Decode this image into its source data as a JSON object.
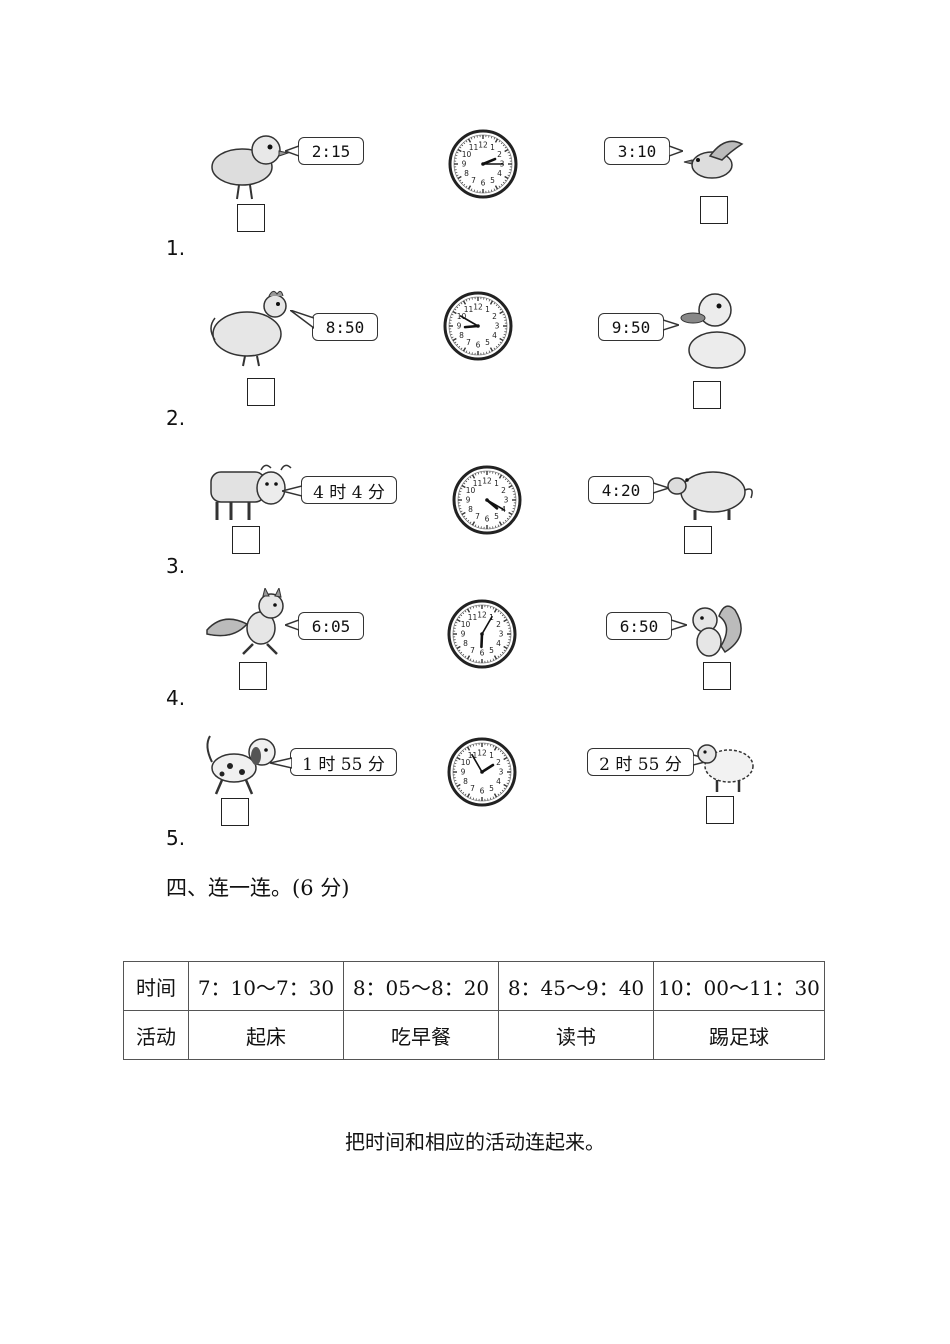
{
  "problems": [
    {
      "number": "1.",
      "left_animal": "chick-icon",
      "left_time": "2:15",
      "clock_hour": 2,
      "clock_minute": 15,
      "right_time": "3:10",
      "right_animal": "bird-icon"
    },
    {
      "number": "2.",
      "left_animal": "hen-icon",
      "left_time": "8:50",
      "clock_hour": 8,
      "clock_minute": 50,
      "right_time": "9:50",
      "right_animal": "duck-icon"
    },
    {
      "number": "3.",
      "left_animal": "cow-icon",
      "left_time": "4 时 4 分",
      "clock_hour": 4,
      "clock_minute": 20,
      "right_time": "4:20",
      "right_animal": "pig-icon"
    },
    {
      "number": "4.",
      "left_animal": "fox-icon",
      "left_time": "6:05",
      "clock_hour": 6,
      "clock_minute": 5,
      "right_time": "6:50",
      "right_animal": "squirrel-icon"
    },
    {
      "number": "5.",
      "left_animal": "dog-icon",
      "left_time": "1 时 55 分",
      "clock_hour": 1,
      "clock_minute": 55,
      "right_time": "2 时 55 分",
      "right_animal": "sheep-icon"
    }
  ],
  "clock_numbers": [
    "12",
    "1",
    "2",
    "3",
    "4",
    "5",
    "6",
    "7",
    "8",
    "9",
    "10",
    "11"
  ],
  "section_heading": "四、连一连。(6 分)",
  "schedule": {
    "time_label": "时间",
    "activity_label": "活动",
    "times": [
      "7：10～7：30",
      "8：05～8：20",
      "8：45～9：40",
      "10：00～11：30"
    ],
    "activities": [
      "起床",
      "吃早餐",
      "读书",
      "踢足球"
    ]
  },
  "instruction": "把时间和相应的活动连起来。"
}
